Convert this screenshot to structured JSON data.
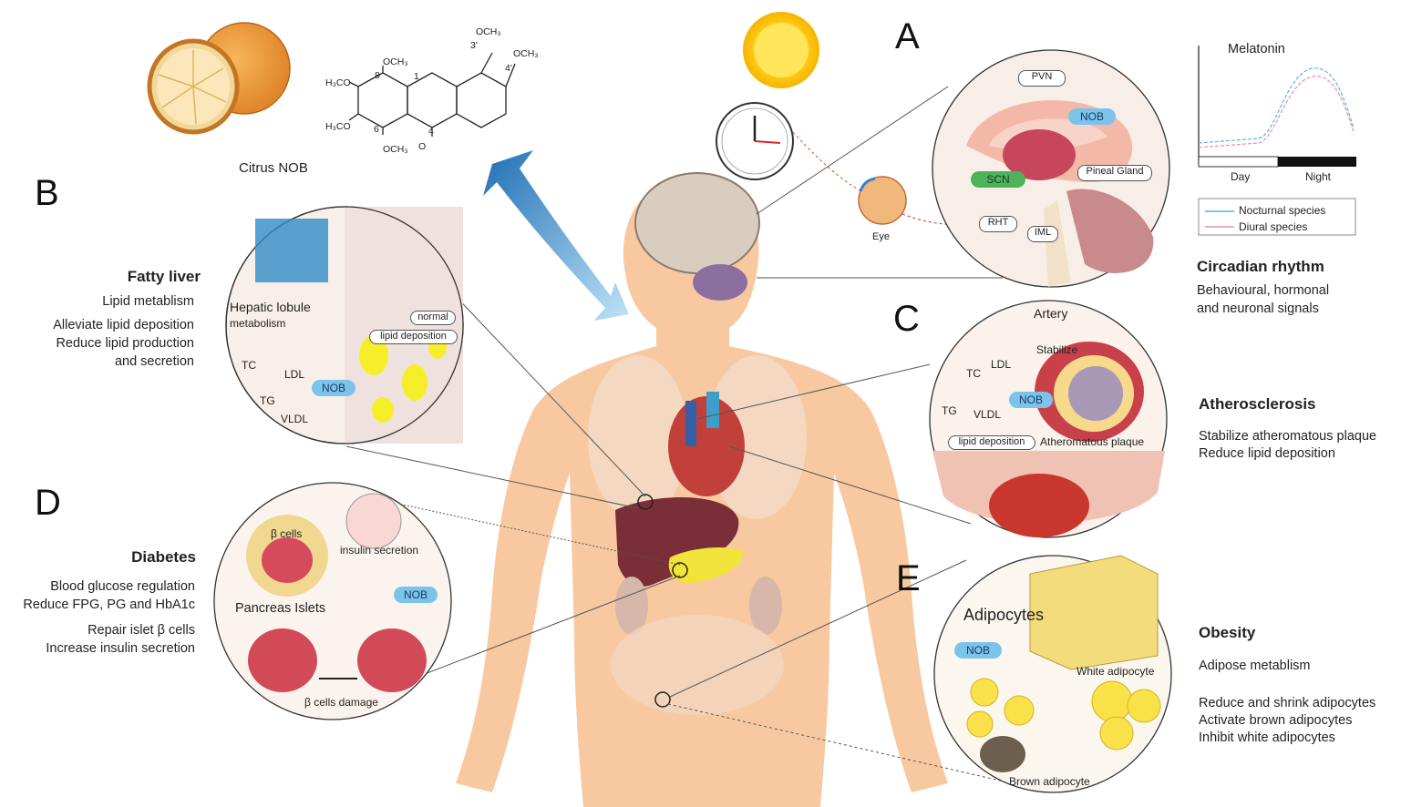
{
  "compound": {
    "name": "Citrus NOB",
    "groups": [
      "OCH₃",
      "OCH₃",
      "OCH₃",
      "H₃CO",
      "H₃CO",
      "OCH₃"
    ],
    "positions": [
      "3'",
      "4'",
      "8",
      "1",
      "6",
      "4"
    ],
    "carbonyl": "O"
  },
  "panels": {
    "A": {
      "letter": "A",
      "heading": "Circadian rhythm",
      "lines": [
        "Behavioural, hormonal",
        "and neuronal signals"
      ],
      "labels": {
        "pvn": "PVN",
        "nob": "NOB",
        "scn": "SCN",
        "pineal": "Pineal Gland",
        "rht": "RHT",
        "iml": "IML",
        "eye": "Eye"
      },
      "chart": {
        "title": "Melatonin",
        "x_labels": [
          "Day",
          "Night"
        ],
        "legend": [
          "Nocturnal species",
          "Diural species"
        ]
      }
    },
    "B": {
      "letter": "B",
      "heading": "Fatty liver",
      "lines": [
        "Lipid metablism",
        "Alleviate lipid deposition",
        "Reduce lipid production",
        "and secretion"
      ],
      "labels": {
        "lobule": "Hepatic lobule",
        "metabolism": "metabolism",
        "normal": "normal",
        "lipid": "lipid deposition",
        "tc": "TC",
        "ldl": "LDL",
        "tg": "TG",
        "vldl": "VLDL",
        "nob": "NOB"
      }
    },
    "C": {
      "letter": "C",
      "heading": "Atherosclerosis",
      "lines": [
        "Stabilize atheromatous plaque",
        "Reduce lipid deposition"
      ],
      "labels": {
        "artery": "Artery",
        "stabilize": "Stabilize",
        "tc": "TC",
        "ldl": "LDL",
        "tg": "TG",
        "vldl": "VLDL",
        "nob": "NOB",
        "lipid": "lipid deposition",
        "plaque": "Atheromatous plaque"
      }
    },
    "D": {
      "letter": "D",
      "heading": "Diabetes",
      "lines": [
        "Blood glucose regulation",
        "Reduce FPG, PG and HbA1c",
        "Repair islet β cells",
        "Increase insulin secretion"
      ],
      "labels": {
        "beta": "β cells",
        "insulin": "insulin secretion",
        "nob": "NOB",
        "islets": "Pancreas Islets",
        "damage": "β cells damage"
      }
    },
    "E": {
      "letter": "E",
      "heading": "Obesity",
      "lines": [
        "Adipose metablism",
        "Reduce and shrink adipocytes",
        "Activate brown adipocytes",
        "Inhibit white adipocytes"
      ],
      "labels": {
        "adipocytes": "Adipocytes",
        "nob": "NOB",
        "white": "White adipocyte",
        "brown": "Brown adipocyte"
      }
    }
  }
}
